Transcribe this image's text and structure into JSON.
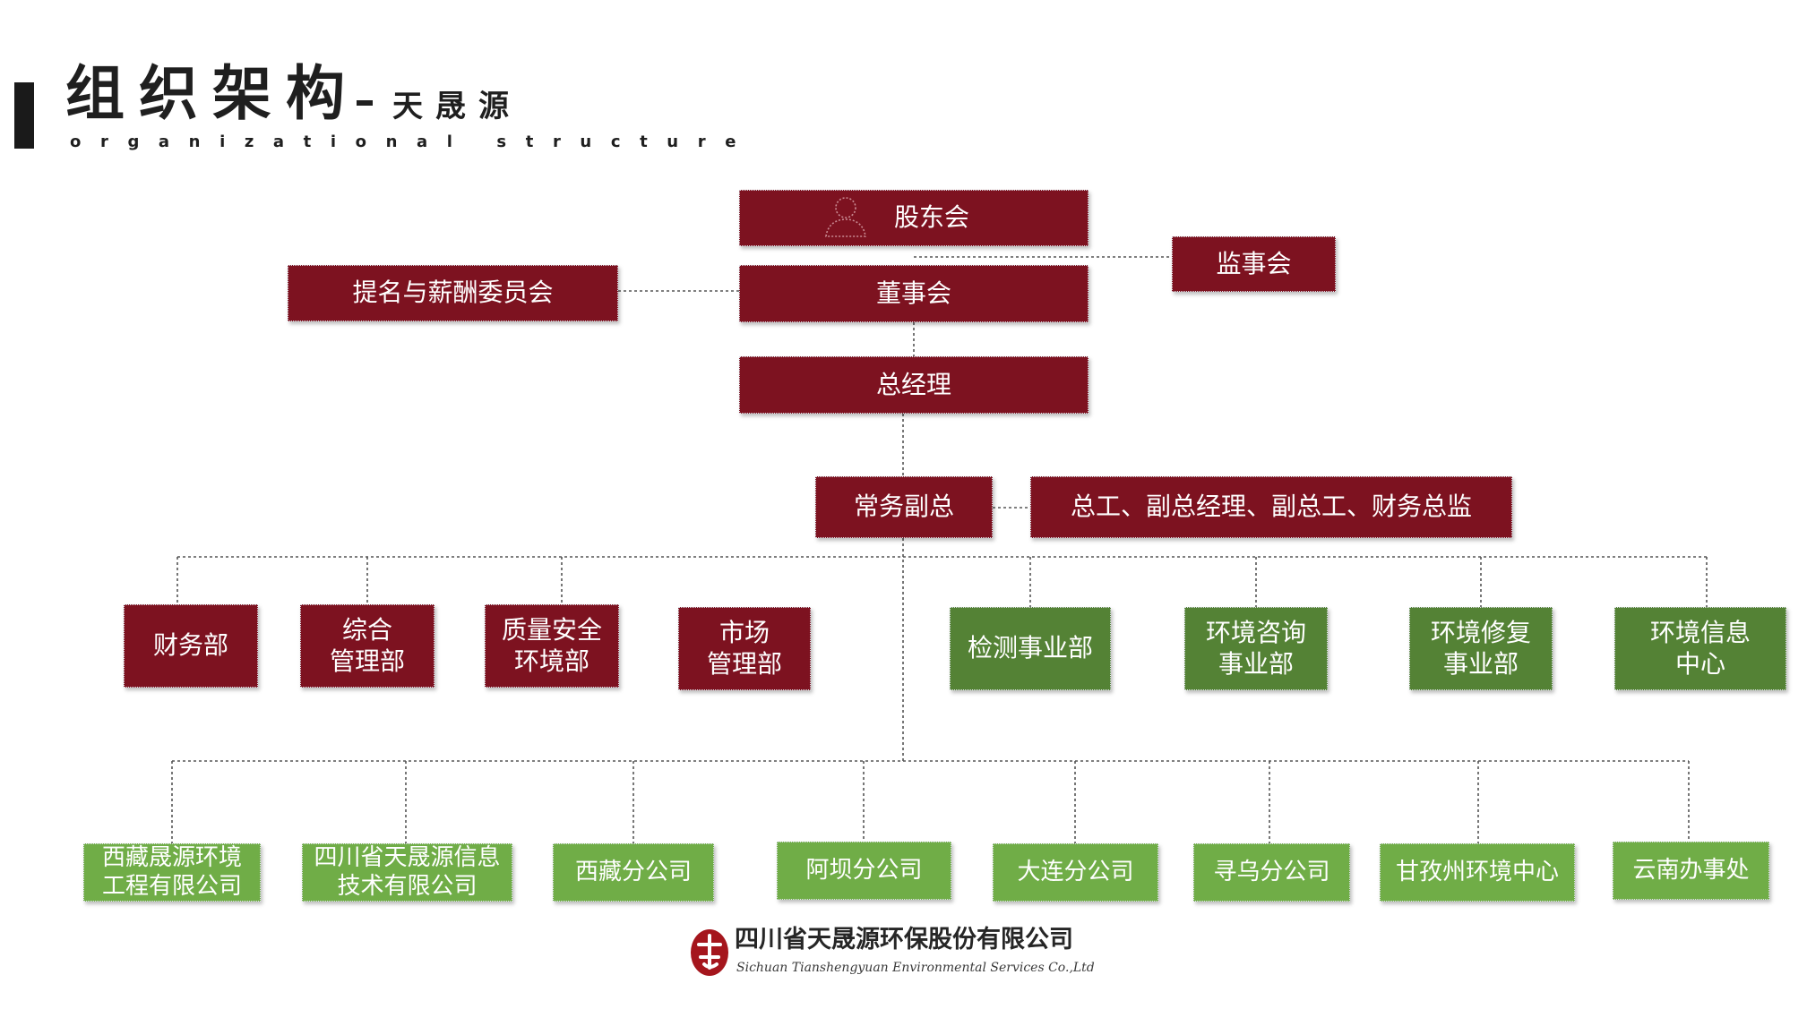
{
  "header": {
    "title": "组织架构",
    "subtitle": "天晟源",
    "subtitle_en": "organizational structure"
  },
  "colors": {
    "management_red": "#7d1220",
    "business_green": "#548235",
    "branch_green": "#70ad47",
    "connector": "#555555"
  },
  "nodes": {
    "shareholders": "股东会",
    "board": "董事会",
    "supervisors": "监事会",
    "nomination_committee": "提名与薪酬委员会",
    "general_manager": "总经理",
    "executive_vp": "常务副总",
    "senior_staff": "总工、副总经理、副总工、财务总监",
    "departments": [
      "财务部",
      "综合\n管理部",
      "质量安全\n环境部",
      "市场\n管理部"
    ],
    "business_units": [
      "检测事业部",
      "环境咨询\n事业部",
      "环境修复\n事业部",
      "环境信息\n中心"
    ],
    "branches": [
      "西藏晟源环境\n工程有限公司",
      "四川省天晟源信息\n技术有限公司",
      "西藏分公司",
      "阿坝分公司",
      "大连分公司",
      "寻乌分公司",
      "甘孜州环境中心",
      "云南办事处"
    ]
  },
  "icons": {
    "shareholders": "person-icon",
    "company_logo": "tsy-logo-icon"
  },
  "footer": {
    "company_cn": "四川省天晟源环保股份有限公司",
    "company_en": "Sichuan Tianshengyuan Environmental Services Co.,Ltd"
  }
}
